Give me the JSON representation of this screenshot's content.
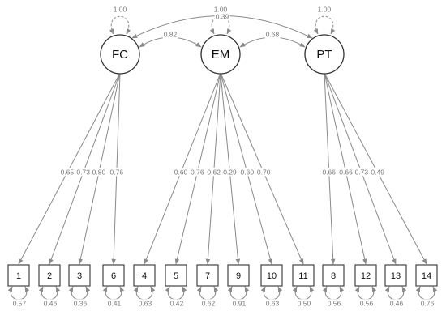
{
  "latents": [
    {
      "id": "FC",
      "label": "FC",
      "variance": "1.00"
    },
    {
      "id": "EM",
      "label": "EM",
      "variance": "1.00"
    },
    {
      "id": "PT",
      "label": "PT",
      "variance": "1.00"
    }
  ],
  "covariances": [
    {
      "from": "FC",
      "to": "EM",
      "value": "0.82"
    },
    {
      "from": "EM",
      "to": "PT",
      "value": "0.68"
    },
    {
      "from": "FC",
      "to": "PT",
      "value": "0.39"
    }
  ],
  "indicators": [
    {
      "id": "1",
      "label": "1",
      "factor": "FC",
      "loading": "0.65",
      "residual": "0.57"
    },
    {
      "id": "2",
      "label": "2",
      "factor": "FC",
      "loading": "0.73",
      "residual": "0.46"
    },
    {
      "id": "3",
      "label": "3",
      "factor": "FC",
      "loading": "0.80",
      "residual": "0.36"
    },
    {
      "id": "6",
      "label": "6",
      "factor": "FC",
      "loading": "0.76",
      "residual": "0.41"
    },
    {
      "id": "4",
      "label": "4",
      "factor": "EM",
      "loading": "0.60",
      "residual": "0.63"
    },
    {
      "id": "5",
      "label": "5",
      "factor": "EM",
      "loading": "0.76",
      "residual": "0.42"
    },
    {
      "id": "7",
      "label": "7",
      "factor": "EM",
      "loading": "0.62",
      "residual": "0.62"
    },
    {
      "id": "9",
      "label": "9",
      "factor": "EM",
      "loading": "0.29",
      "residual": "0.91"
    },
    {
      "id": "10",
      "label": "10",
      "factor": "EM",
      "loading": "0.60",
      "residual": "0.63"
    },
    {
      "id": "11",
      "label": "11",
      "factor": "EM",
      "loading": "0.70",
      "residual": "0.50"
    },
    {
      "id": "8",
      "label": "8",
      "factor": "PT",
      "loading": "0.66",
      "residual": "0.56"
    },
    {
      "id": "12",
      "label": "12",
      "factor": "PT",
      "loading": "0.66",
      "residual": "0.56"
    },
    {
      "id": "13",
      "label": "13",
      "factor": "PT",
      "loading": "0.73",
      "residual": "0.46"
    },
    {
      "id": "14",
      "label": "14",
      "factor": "PT",
      "loading": "0.49",
      "residual": "0.76"
    }
  ]
}
